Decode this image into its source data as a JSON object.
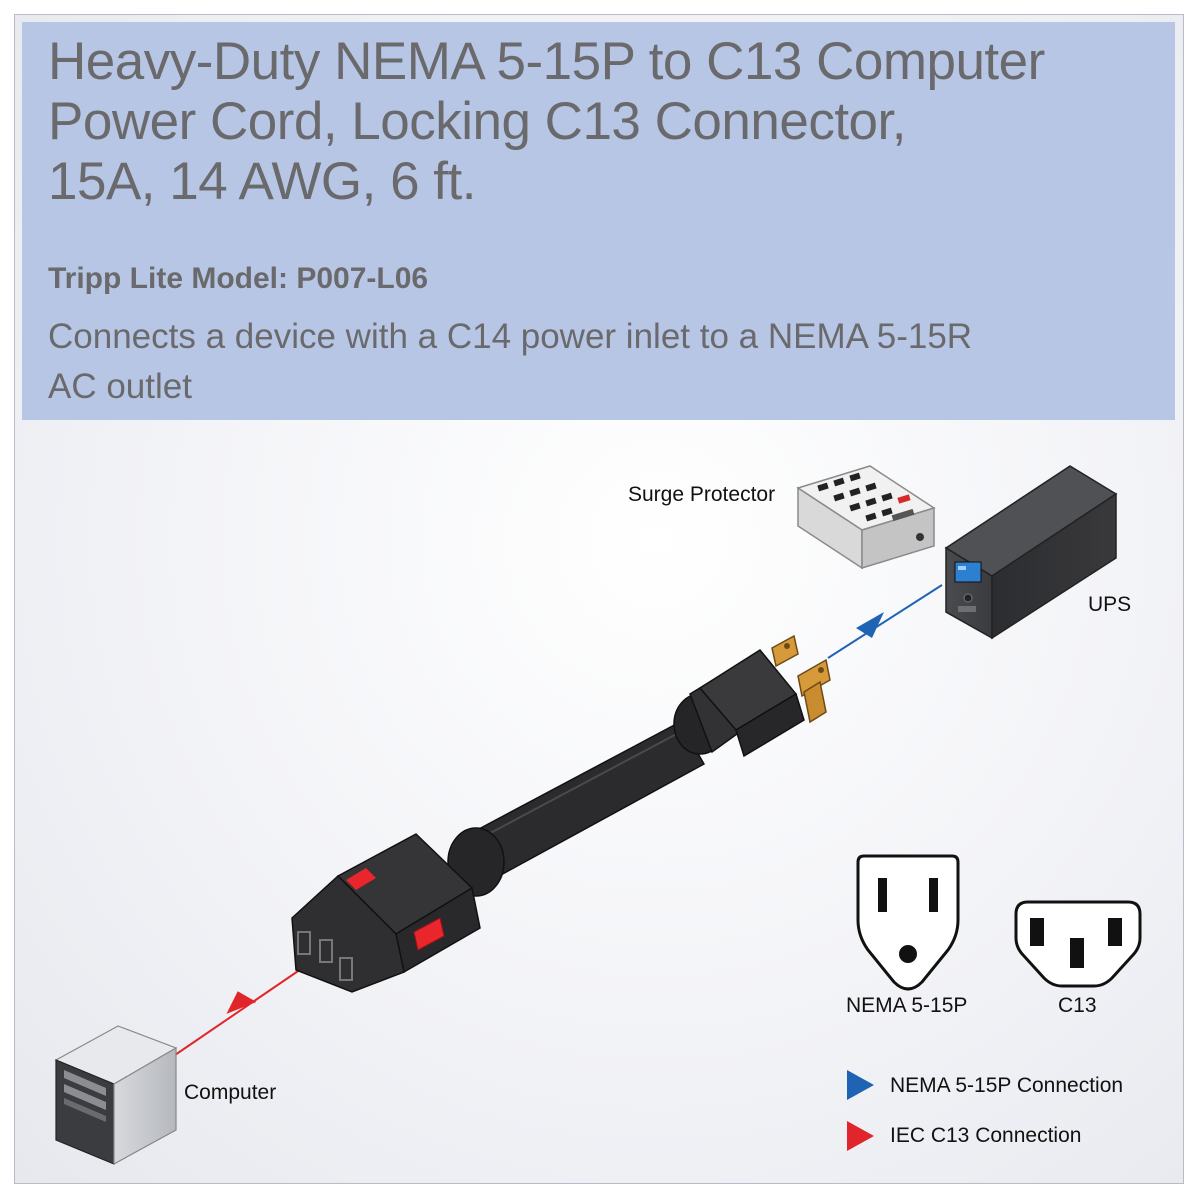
{
  "header": {
    "title_line1": "Heavy-Duty NEMA 5-15P to C13 Computer",
    "title_line2": "Power Cord, Locking C13 Connector,",
    "title_line3": "15A, 14 AWG, 6 ft.",
    "model": "Tripp Lite Model: P007-L06",
    "description_line1": "Connects a device with a C14 power inlet to a NEMA 5-15R",
    "description_line2": "AC outlet"
  },
  "devices": {
    "surge_protector": "Surge Protector",
    "ups": "UPS",
    "computer": "Computer"
  },
  "connectors": {
    "nema": "NEMA 5-15P",
    "c13": "C13"
  },
  "legend": {
    "nema_connection": "NEMA 5-15P Connection",
    "iec_connection": "IEC C13 Connection"
  },
  "colors": {
    "header_bg": "#b8c6e6",
    "nema_arrow": "#1f64b4",
    "iec_arrow": "#e0262b",
    "cord": "#2b2b2d",
    "lock_tab": "#e8262b"
  }
}
